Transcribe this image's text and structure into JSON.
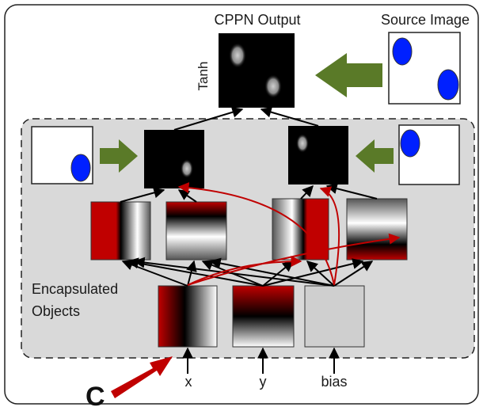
{
  "title": "CPPN Output",
  "source_label": "Source Image",
  "activation_label": "Tanh",
  "group_label_line1": "Encapsulated",
  "group_label_line2": "Objects",
  "inputs": {
    "x": "x",
    "y": "y",
    "bias": "bias"
  },
  "c_label": "C",
  "colors": {
    "red": "#c00000",
    "blue": "#0020ff",
    "green_arrow": "#5a7a28",
    "group_bg": "#d9d9d9",
    "edge": "#000000"
  }
}
